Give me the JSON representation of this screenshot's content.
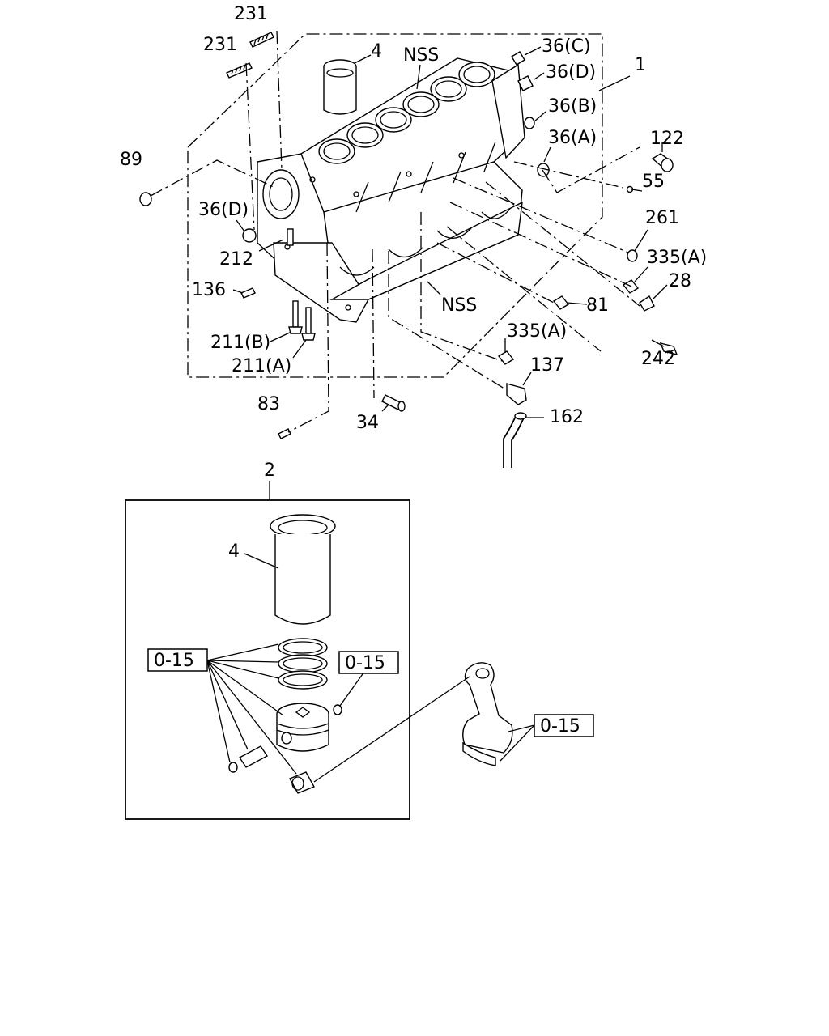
{
  "callouts": {
    "c231a": "231",
    "c231b": "231",
    "c4_top": "4",
    "nss_top": "NSS",
    "c36c": "36(C)",
    "c36d_r": "36(D)",
    "c1": "1",
    "c36b": "36(B)",
    "c36a": "36(A)",
    "c122": "122",
    "c89": "89",
    "c55": "55",
    "c36d_l": "36(D)",
    "c261": "261",
    "c212": "212",
    "c335a_r": "335(A)",
    "c28": "28",
    "c136": "136",
    "nss_bottom": "NSS",
    "c81": "81",
    "c211b": "211(B)",
    "c335a_b": "335(A)",
    "c242": "242",
    "c211a": "211(A)",
    "c137": "137",
    "c83": "83",
    "c34": "34",
    "c162": "162",
    "c2": "2",
    "c4_kit": "4",
    "c015_left": "0-15",
    "c015_mid": "0-15",
    "c015_rod": "0-15"
  }
}
